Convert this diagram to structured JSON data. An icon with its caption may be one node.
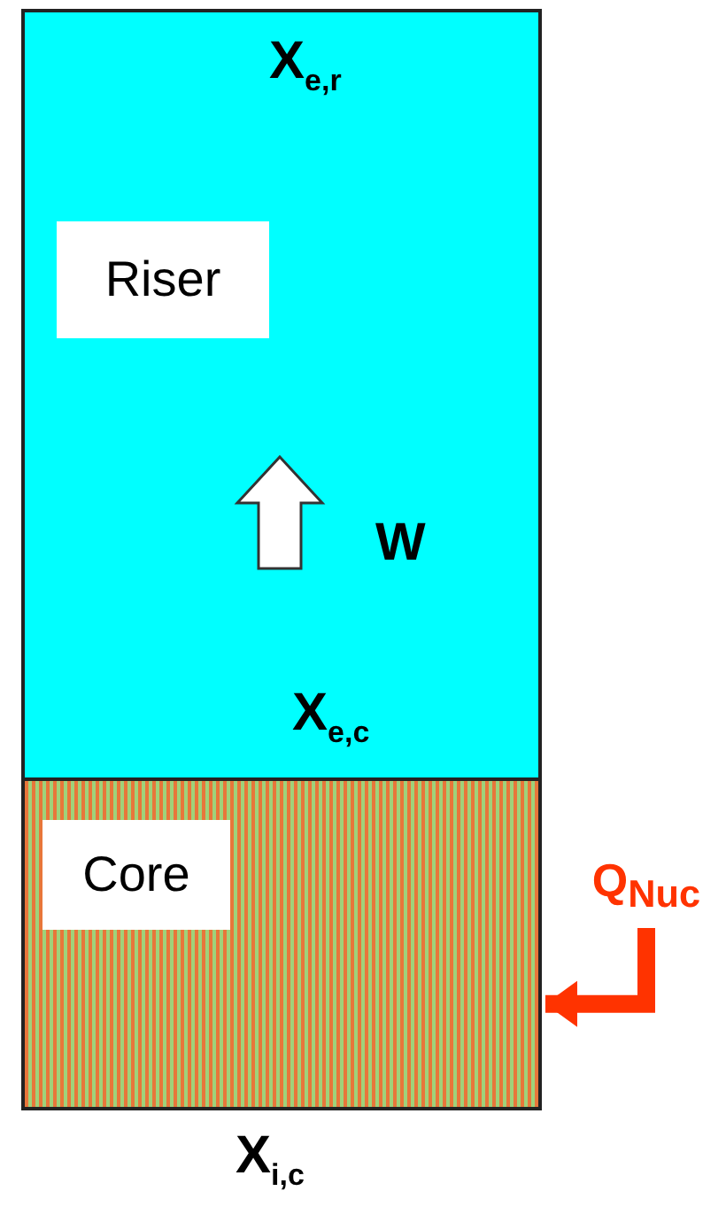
{
  "diagram": {
    "nodes": [
      {
        "text": [],
        "shape": "box"
      },
      {
        "text": [
          "Riser"
        ],
        "in": 0
      },
      {
        "text": [],
        "shape": "box"
      },
      {
        "text": [
          "Core"
        ],
        "in": 2
      },
      {
        "text": [
          "Q$_{Nuc}$"
        ]
      }
    ],
    "edges": [
      {
        "from": 4,
        "to": 2,
        "arrow": "to",
        "color": "#ff3300"
      }
    ],
    "labels": [
      "X$_{e,r}$",
      "W",
      "X$_{e,c}$",
      "X$_{i,c}$"
    ]
  }
}
